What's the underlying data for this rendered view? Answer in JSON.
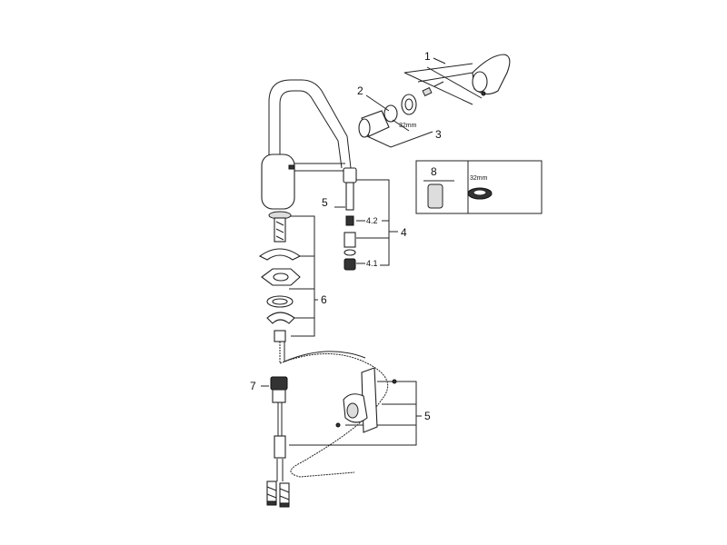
{
  "diagram": {
    "type": "exploded parts drawing",
    "labels": {
      "part_1": "1",
      "part_2": "2",
      "part_2_size": "32mm",
      "part_3": "3",
      "part_4": "4",
      "part_4_1": "4.1",
      "part_4_2": "4.2",
      "part_5_upper": "5",
      "part_5_lower": "5",
      "part_6": "6",
      "part_7": "7"
    },
    "inset": {
      "part_8": "8",
      "size": "32mm"
    }
  }
}
